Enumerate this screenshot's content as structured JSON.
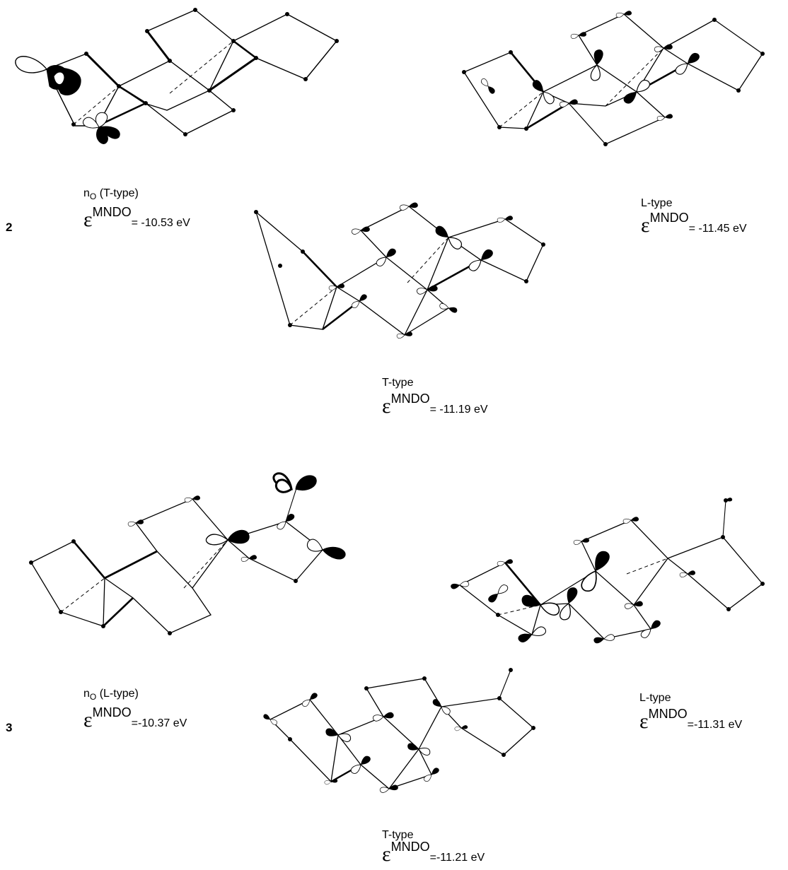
{
  "compounds": [
    {
      "number": "2",
      "orbitals": [
        {
          "type": "n",
          "type_sub": "O",
          "type_rest": " (T-type)",
          "symbol": "ε",
          "superscript": "MNDO",
          "value": "= -10.53 eV"
        },
        {
          "type": "L-type",
          "symbol": "ε",
          "superscript": "MNDO",
          "value": "=  -11.45  eV"
        },
        {
          "type": "T-type",
          "symbol": "ε",
          "superscript": "MNDO",
          "value": "= -11.19 eV"
        }
      ]
    },
    {
      "number": "3",
      "orbitals": [
        {
          "type": "n",
          "type_sub": "O",
          "type_rest": " (L-type)",
          "symbol": "ε",
          "superscript": "MNDO",
          "value": "=-10.37 eV"
        },
        {
          "type": "L-type",
          "symbol": "ε",
          "superscript": "MNDO",
          "value": "=-11.31 eV"
        },
        {
          "type": "T-type",
          "symbol": "ε",
          "superscript": "MNDO",
          "value": "=-11.21 eV"
        }
      ]
    }
  ]
}
